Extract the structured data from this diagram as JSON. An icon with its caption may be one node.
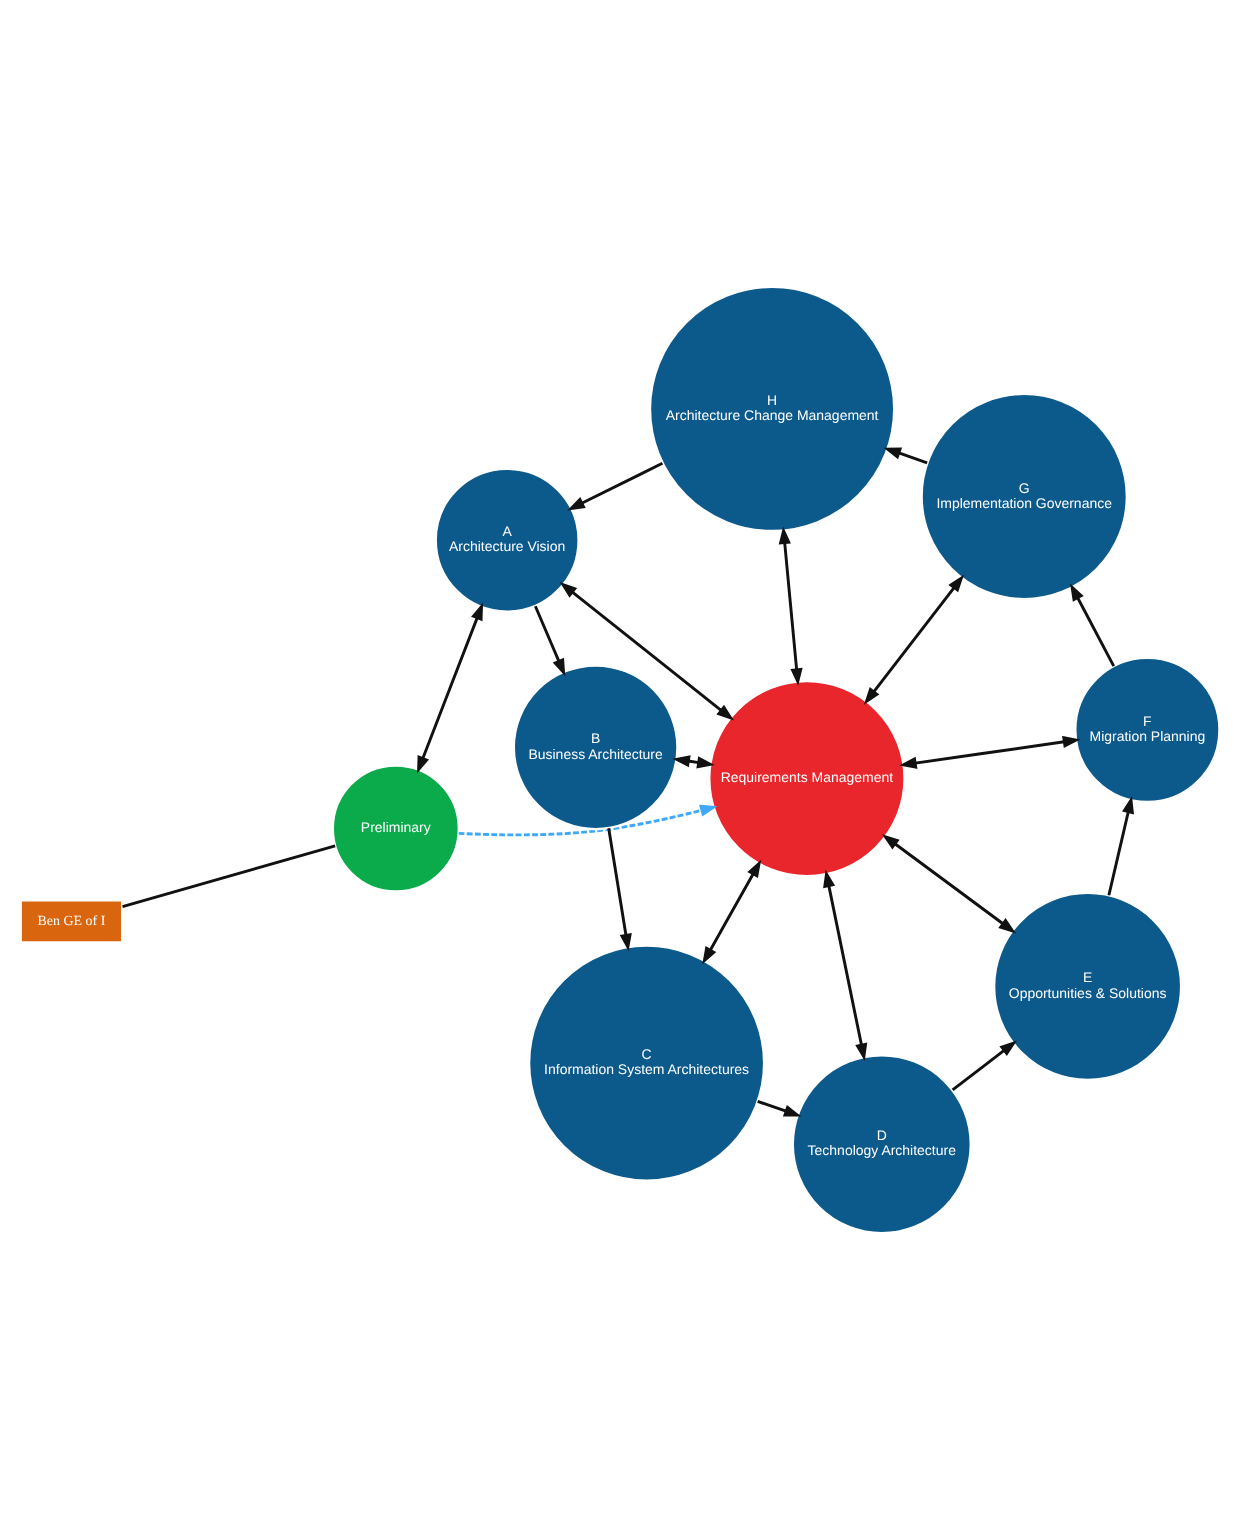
{
  "diagram": {
    "nodes": [
      {
        "text": [
          "Preliminary"
        ]
      },
      {
        "text": [
          "Ben GE of I"
        ]
      },
      {
        "text": [
          "A",
          "Architecture Vision"
        ]
      },
      {
        "text": [
          "H",
          "Architecture Change Management"
        ]
      },
      {
        "text": [
          "B",
          "Business Architecture"
        ]
      },
      {
        "text": [
          "G",
          "Implementation Governance"
        ]
      },
      {
        "text": [
          "Requirements Management"
        ]
      },
      {
        "text": [
          "C",
          "Information System Architectures"
        ]
      },
      {
        "text": [
          "F",
          "Migration Planning"
        ]
      },
      {
        "text": [
          "D",
          "Technology Architecture"
        ]
      },
      {
        "text": [
          "E",
          "Opportunities & Solutions"
        ]
      }
    ],
    "edges": [
      {
        "from": 1,
        "to": 0,
        "arrow": "none"
      },
      {
        "from": 0,
        "to": 2,
        "arrow": "both"
      },
      {
        "from": 0,
        "to": 6,
        "arrow": "to",
        "style": "dashed",
        "color": "#3fa9f5"
      },
      {
        "from": 3,
        "to": 2,
        "arrow": "to"
      },
      {
        "from": 2,
        "to": 4,
        "arrow": "to"
      },
      {
        "from": 4,
        "to": 7,
        "arrow": "to"
      },
      {
        "from": 7,
        "to": 9,
        "arrow": "to"
      },
      {
        "from": 9,
        "to": 10,
        "arrow": "to"
      },
      {
        "from": 10,
        "to": 8,
        "arrow": "to"
      },
      {
        "from": 8,
        "to": 5,
        "arrow": "to"
      },
      {
        "from": 5,
        "to": 3,
        "arrow": "to"
      },
      {
        "from": 6,
        "to": 2,
        "arrow": "both"
      },
      {
        "from": 6,
        "to": 4,
        "arrow": "both"
      },
      {
        "from": 6,
        "to": 7,
        "arrow": "both"
      },
      {
        "from": 6,
        "to": 9,
        "arrow": "both"
      },
      {
        "from": 6,
        "to": 10,
        "arrow": "both"
      },
      {
        "from": 6,
        "to": 8,
        "arrow": "both"
      },
      {
        "from": 6,
        "to": 5,
        "arrow": "both"
      },
      {
        "from": 6,
        "to": 3,
        "arrow": "both"
      }
    ]
  }
}
